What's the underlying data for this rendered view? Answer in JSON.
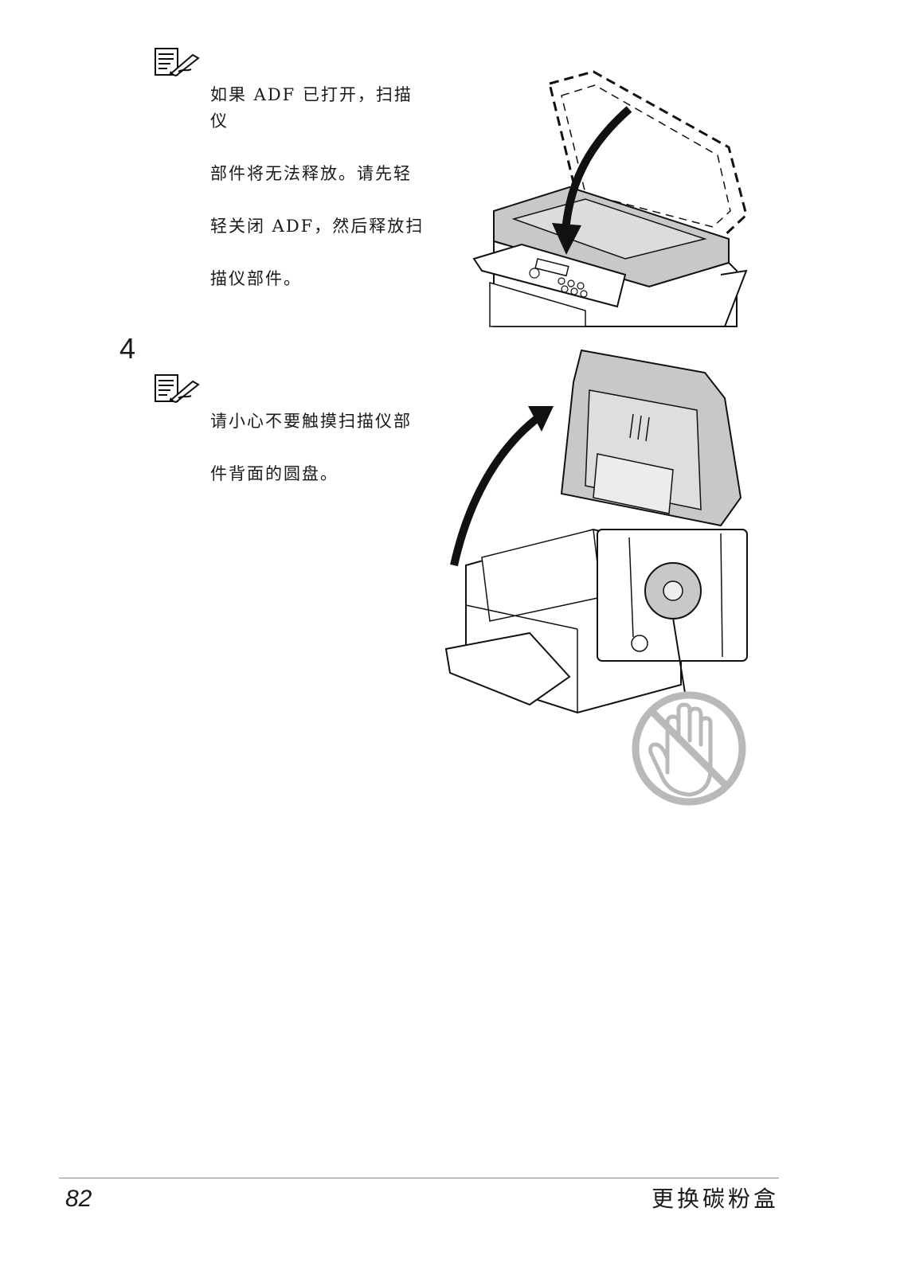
{
  "note1": {
    "lines": [
      "如果 ADF 已打开，扫描仪",
      "部件将无法释放。请先轻",
      "轻关闭 ADF，然后释放扫",
      "描仪部件。"
    ]
  },
  "step": {
    "number": "4"
  },
  "note2": {
    "lines": [
      "请小心不要触摸扫描仪部",
      "件背面的圆盘。"
    ]
  },
  "footer": {
    "page_number": "82",
    "chapter_title": "更换碳粉盒"
  },
  "icons": {
    "note": "note-pencil-icon",
    "no_touch": "no-touch-hand-icon",
    "arrow_down": "curved-arrow-down-icon",
    "arrow_up": "curved-arrow-up-icon"
  },
  "colors": {
    "text": "#1a1a1a",
    "figure_fill": "#c8c8c8",
    "prohibition": "#b9b9b9"
  }
}
